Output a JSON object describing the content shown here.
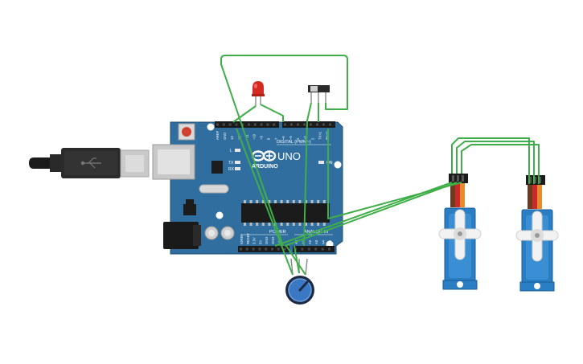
{
  "board": {
    "name": "ARDUINO",
    "model": "UNO",
    "digital_label": "DIGITAL (PWM~)",
    "power_label": "POWER",
    "analog_label": "ANALOG IN",
    "led_l_label": "L",
    "led_tx_label": "TX",
    "led_rx_label": "RX",
    "led_on_label": "ON",
    "digital_pins": [
      "AREF",
      "GND",
      "13",
      "12",
      "~11",
      "~10",
      "~9",
      "8",
      "7",
      "~6",
      "~5",
      "4",
      "~3",
      "2",
      "TX>1",
      "RX<0"
    ],
    "power_pins": [
      "IOREF",
      "RESET",
      "3.3V",
      "5V",
      "GND",
      "GND",
      "Vin"
    ],
    "analog_pins": [
      "A0",
      "A1",
      "A2",
      "A3",
      "A4",
      "A5"
    ]
  },
  "colors": {
    "board": "#2f6e9f",
    "board_dark": "#1f4f75",
    "wire": "#3fae49",
    "servo": "#2a7fc4",
    "led": "#d42a22",
    "pot": "#3b78c4"
  },
  "components": {
    "usb_cable": "usb-cable",
    "led": "red-led",
    "slide_switch": "slide-switch",
    "potentiometer": "potentiometer",
    "servos": [
      "servo-1",
      "servo-2"
    ]
  }
}
